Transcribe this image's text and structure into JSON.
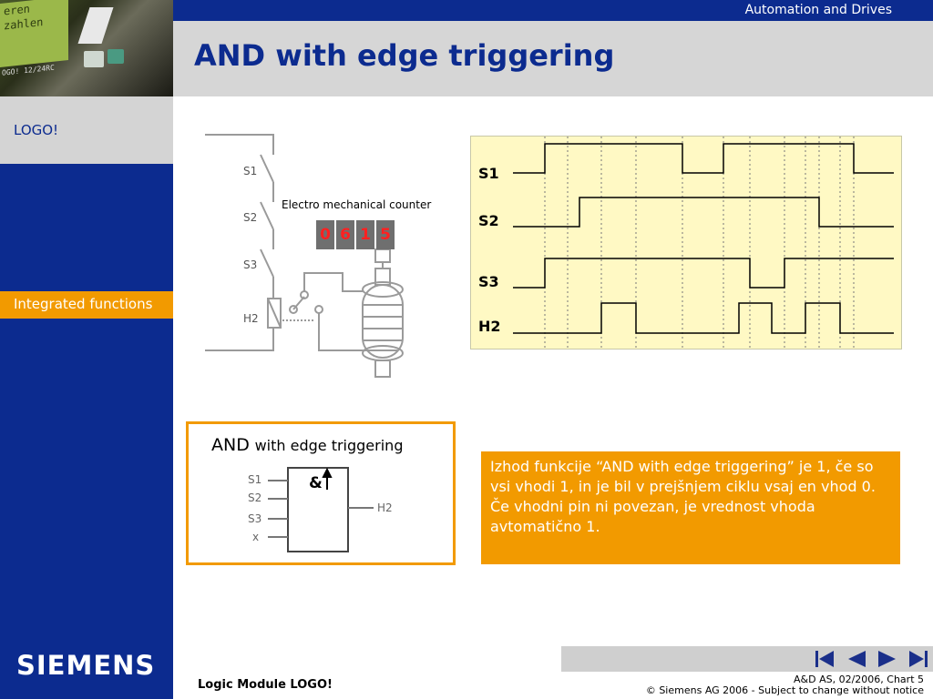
{
  "header": {
    "brand_line": "Automation and Drives",
    "title": "AND with edge triggering"
  },
  "sidebar": {
    "product": "LOGO!",
    "section": "Integrated functions",
    "company_logo": "SIEMENS",
    "photo_lcd_lines": [
      "eren",
      "zahlen",
      "OGO! 12/24RC"
    ]
  },
  "circuit": {
    "labels": [
      "S1",
      "S2",
      "S3",
      "H2"
    ],
    "counter_caption": "Electro mechanical counter",
    "counter_digits": [
      "0",
      "6",
      "1",
      "5"
    ]
  },
  "timing": {
    "signals": [
      "S1",
      "S2",
      "S3",
      "H2"
    ]
  },
  "and_block": {
    "title_main": "AND",
    "title_rest": "with edge triggering",
    "symbol": "&",
    "inputs": [
      "S1",
      "S2",
      "S3",
      "x"
    ],
    "output": "H2"
  },
  "info": {
    "line1": "Izhod funkcije “AND with edge triggering” je 1, če so vsi vhodi 1, in je bil v prejšnjem ciklu vsaj en vhod 0.",
    "line2": "Če vhodni pin ni povezan, je vrednost vhoda avtomatično 1."
  },
  "footer": {
    "module": "Logic Module LOGO!",
    "chart_ref": "A&D AS, 02/2006, Chart    5",
    "copyright": "© Siemens AG 2006  -  Subject to change without notice"
  },
  "icons": [
    "first-page-icon",
    "prev-page-icon",
    "next-page-icon",
    "last-page-icon"
  ],
  "colors": {
    "siemens_blue": "#0c2b8f",
    "orange": "#f29a00",
    "timing_bg": "#fff9c4",
    "counter_digit": "#ff2020"
  }
}
